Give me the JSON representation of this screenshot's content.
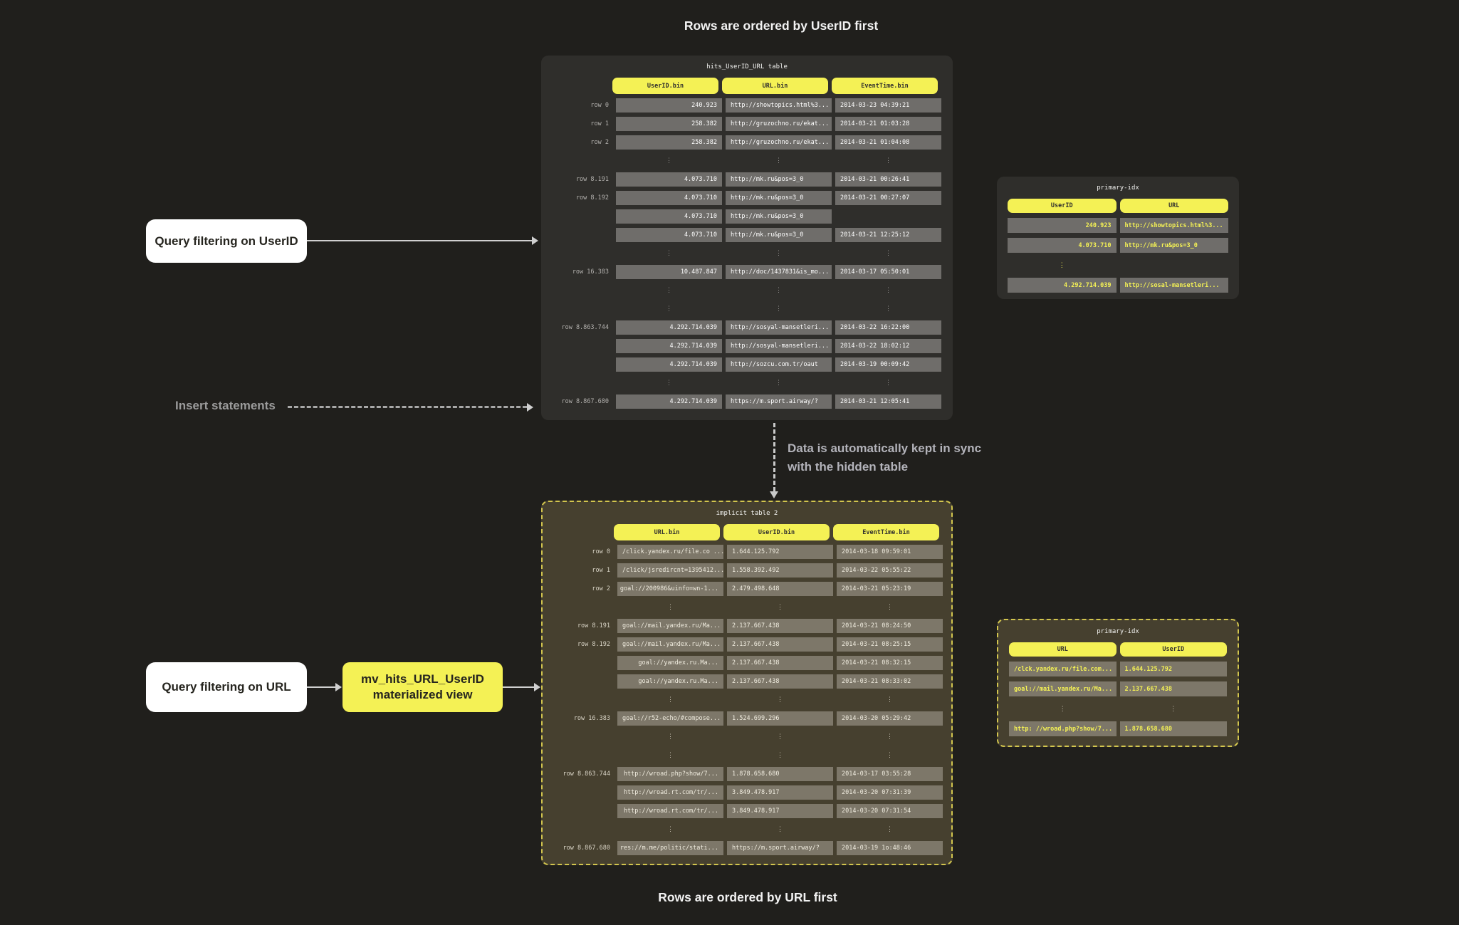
{
  "captions": {
    "top": "Rows are ordered by UserID first",
    "bottom": "Rows are ordered by URL first"
  },
  "labels": {
    "query_userid": "Query filtering on UserID",
    "insert_statements": "Insert statements",
    "sync_line1": "Data is automatically kept in sync",
    "sync_line2": "with the hidden table",
    "query_url": "Query filtering on URL",
    "mv_line1": "mv_hits_URL_UserID",
    "mv_line2": "materialized view"
  },
  "colors": {
    "background": "#201f1c",
    "panel_dark": "#2f2e2b",
    "panel_olive": "#46402f",
    "accent_yellow": "#f4f155",
    "dashed_border_yellow": "#d2c54e",
    "cell_dark": "#6f6d6a",
    "cell_olive": "#7d7769",
    "arrow_grey": "#d0d0d0"
  },
  "tables": {
    "hits": {
      "title": "hits_UserID_URL table",
      "columns": [
        "UserID.bin",
        "URL.bin",
        "EventTime.bin"
      ],
      "rows": [
        {
          "label": "row 0",
          "cells": [
            "240.923",
            "http://showtopics.html%3...",
            "2014-03-23 04:39:21"
          ]
        },
        {
          "label": "row 1",
          "cells": [
            "258.382",
            "http://gruzochno.ru/ekat...",
            "2014-03-21 01:03:28"
          ]
        },
        {
          "label": "row 2",
          "cells": [
            "258.382",
            "http://gruzochno.ru/ekat...",
            "2014-03-21 01:04:08"
          ]
        },
        {
          "ellipsis": true
        },
        {
          "label": "row 8.191",
          "cells": [
            "4.073.710",
            "http://mk.ru&pos=3_0",
            "2014-03-21 00:26:41"
          ]
        },
        {
          "label": "row 8.192",
          "cells": [
            "4.073.710",
            "http://mk.ru&pos=3_0",
            "2014-03-21 00:27:07"
          ]
        },
        {
          "label": "",
          "cells": [
            "4.073.710",
            "http://mk.ru&pos=3_0",
            null
          ]
        },
        {
          "label": "",
          "cells": [
            "4.073.710",
            "http://mk.ru&pos=3_0",
            "2014-03-21 12:25:12"
          ]
        },
        {
          "ellipsis": true
        },
        {
          "label": "row 16.383",
          "cells": [
            "10.487.847",
            "http://doc/1437831&is_mo...",
            "2014-03-17 05:50:01"
          ]
        },
        {
          "ellipsis": true
        },
        {
          "ellipsis": true
        },
        {
          "label": "row 8.863.744",
          "cells": [
            "4.292.714.039",
            "http://sosyal-mansetleri...",
            "2014-03-22 16:22:00"
          ]
        },
        {
          "label": "",
          "cells": [
            "4.292.714.039",
            "http://sosyal-mansetleri...",
            "2014-03-22 18:02:12"
          ]
        },
        {
          "label": "",
          "cells": [
            "4.292.714.039",
            "http://sozcu.com.tr/oaut",
            "2014-03-19 00:09:42"
          ]
        },
        {
          "ellipsis": true
        },
        {
          "label": "row 8.867.680",
          "cells": [
            "4.292.714.039",
            "https://m.sport.airway/?",
            "2014-03-21 12:05:41"
          ]
        }
      ]
    },
    "idx_top": {
      "title": "primary-idx",
      "columns": [
        "UserID",
        "URL"
      ],
      "rows": [
        {
          "cells": [
            "240.923",
            "http://showtopics.html%3..."
          ]
        },
        {
          "cells": [
            "4.073.710",
            "http://mk.ru&pos=3_0"
          ]
        },
        {
          "ellipsis": true,
          "cols": [
            0
          ]
        },
        {
          "cells": [
            "4.292.714.039",
            "http://sosal-mansetleri..."
          ]
        }
      ]
    },
    "implicit": {
      "title": "implicit table 2",
      "columns": [
        "URL.bin",
        "UserID.bin",
        "EventTime.bin"
      ],
      "rows": [
        {
          "label": "row 0",
          "cells": [
            "/click.yandex.ru/file.co ...",
            "1.644.125.792",
            "2014-03-18 09:59:01"
          ]
        },
        {
          "label": "row 1",
          "cells": [
            "/click/jsredircnt=1395412...",
            "1.558.392.492",
            "2014-03-22 05:55:22"
          ]
        },
        {
          "label": "row 2",
          "cells": [
            "goal://200986&uinfo=wn-1...",
            "2.479.498.648",
            "2014-03-21 05:23:19"
          ],
          "ra": [
            0
          ]
        },
        {
          "ellipsis": true
        },
        {
          "label": "row 8.191",
          "cells": [
            "goal://mail.yandex.ru/Ma...",
            "2.137.667.438",
            "2014-03-21 08:24:50"
          ]
        },
        {
          "label": "row 8.192",
          "cells": [
            "goal://mail.yandex.ru/Ma...",
            "2.137.667.438",
            "2014-03-21 08:25:15"
          ]
        },
        {
          "label": "",
          "cells": [
            "goal://yandex.ru.Ma...",
            "2.137.667.438",
            "2014-03-21 08:32:15"
          ],
          "ra": [
            0
          ]
        },
        {
          "label": "",
          "cells": [
            "goal://yandex.ru.Ma...",
            "2.137.667.438",
            "2014-03-21 08:33:02"
          ],
          "ra": [
            0
          ]
        },
        {
          "ellipsis": true
        },
        {
          "label": "row 16.383",
          "cells": [
            "goal://r52-echo/#compose...",
            "1.524.699.296",
            "2014-03-20 05:29:42"
          ]
        },
        {
          "ellipsis": true
        },
        {
          "ellipsis": true
        },
        {
          "label": "row 8.863.744",
          "cells": [
            "http://wroad.php?show/7...",
            "1.878.658.680",
            "2014-03-17 03:55:28"
          ],
          "ra": [
            0
          ]
        },
        {
          "label": "",
          "cells": [
            "http://wroad.rt.com/tr/...",
            "3.849.478.917",
            "2014-03-20 07:31:39"
          ],
          "ra": [
            0
          ]
        },
        {
          "label": "",
          "cells": [
            "http://wroad.rt.com/tr/...",
            "3.849.478.917",
            "2014-03-20 07:31:54"
          ],
          "ra": [
            0
          ]
        },
        {
          "ellipsis": true
        },
        {
          "label": "row 8.867.680",
          "cells": [
            "res://m.me/politic/stati...",
            "https://m.sport.airway/?",
            "2014-03-19 1o:48:46"
          ],
          "ra": [
            0
          ]
        }
      ]
    },
    "idx_bottom": {
      "title": "primary-idx",
      "columns": [
        "URL",
        "UserID"
      ],
      "rows": [
        {
          "cells": [
            "/clck.yandex.ru/file.com...",
            "1.644.125.792"
          ]
        },
        {
          "cells": [
            "goal://mail.yandex.ru/Ma...",
            "2.137.667.438"
          ]
        },
        {
          "ellipsis": true,
          "cols": [
            0,
            1
          ]
        },
        {
          "cells": [
            "http: //wroad.php?show/7...",
            "1.878.658.680"
          ]
        }
      ]
    }
  }
}
